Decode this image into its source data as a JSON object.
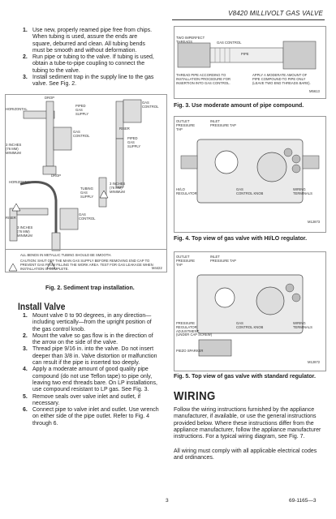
{
  "header": {
    "title": "V8420 MILLIVOLT GAS VALVE"
  },
  "steps_top": [
    {
      "n": "1.",
      "text": "Use new, properly reamed pipe free from chips. When tubing is used, assure the ends are square, deburred and clean. All tubing bends must be smooth and without deformation."
    },
    {
      "n": "2.",
      "text": "Run pipe or tubing to the valve. If tubing is used, obtain a tube-to-pipe coupling to connect the tubing to the valve."
    },
    {
      "n": "3.",
      "text": "Install sediment trap in the supply line to the gas valve. See Fig. 2."
    }
  ],
  "fig2": {
    "labels": {
      "drop": "DROP",
      "horizontal": "HORIZONTAL",
      "piped_gas_supply": "PIPED\nGAS\nSUPPLY",
      "gas_control": "GAS\nCONTROL",
      "riser": "RISER",
      "inches_3": "3 INCHES\n(76 MM)\nMINIMUM",
      "tubing_gas_supply": "TUBING\nGAS\nSUPPLY"
    },
    "notes": {
      "n1": "ALL BENDS IN METALLIC TUBING SHOULD BE SMOOTH.",
      "n2": "CAUTION:  SHUT OFF THE MAIN GAS SUPPLY BEFORE REMOVING END CAP TO PREVENT GAS FROM FILLING THE WORK AREA.  TEST FOR GAS LEAKAGE WHEN INSTALLATION IS COMPLETE.",
      "code": "M4422"
    },
    "caption": "Fig. 2. Sediment trap installation."
  },
  "fig3": {
    "labels": {
      "two_imperfect": "TWO IMPERFECT\nTHREADS",
      "gas_control": "GAS CONTROL",
      "pipe": "PIPE",
      "thread_pipe": "THREAD PIPE ACCORDING TO\nINSTALLATION PROCEDURE FOR\nINSERTION INTO GAS CONTROL.",
      "apply": "APPLY A MODERATE AMOUNT OF\nPIPE COMPOUND TO PIPE ONLY\n(LEAVE TWO END THREADS BARE).",
      "code": "M5613"
    },
    "caption": "Fig. 3. Use moderate amount of pipe compound."
  },
  "fig4": {
    "labels": {
      "outlet": "OUTLET\nPRESSURE\nTAP",
      "inlet": "INLET\nPRESSURE TAP",
      "hilo": "HI/LO\nREGULATOR",
      "knob": "GAS\nCONTROL KNOB",
      "wiring": "WIRING\nTERMINALS",
      "code": "M12873"
    },
    "caption": "Fig. 4. Top view of gas valve with HI/LO regulator."
  },
  "fig5": {
    "labels": {
      "outlet": "OUTLET\nPRESSURE\nTAP",
      "inlet": "INLET\nPRESSURE TAP",
      "regulator": "PRESSURE\nREGULATOR\nADJUSTMENT\n(UNDER CAP SCREW)",
      "knob": "GAS\nCONTROL KNOB",
      "wiring": "WIRING\nTERMINALS",
      "piezo": "PIEZO SPARKER",
      "code": "M12872"
    },
    "caption": "Fig. 5. Top view of gas valve with standard regulator."
  },
  "install": {
    "title": "Install Valve",
    "steps": [
      {
        "n": "1.",
        "text": "Mount valve 0 to 90 degrees, in any direction— including vertically—from the upright position of the gas control knob."
      },
      {
        "n": "2.",
        "text": "Mount the valve so gas flow is in the direction of the arrow on the side of the valve."
      },
      {
        "n": "3.",
        "text": "Thread pipe 9/16 in. into the valve. Do not insert deeper than 3/8 in. Valve distortion or malfunction can result if the pipe is inserted too deeply."
      },
      {
        "n": "4.",
        "text": "Apply a moderate amount of good quality pipe compound (do not use Teflon tape) to pipe only, leaving two end threads bare. On LP installations, use compound resistant to LP gas. See Fig. 3."
      },
      {
        "n": "5.",
        "text": "Remove seals over valve inlet and outlet, if necessary."
      },
      {
        "n": "6.",
        "text": "Connect pipe to valve inlet and outlet. Use wrench on either side of the pipe outlet. Refer to Fig. 4 through 6."
      }
    ]
  },
  "wiring": {
    "title": "WIRING",
    "p1": "Follow the wiring instructions furnished by the appliance manufacturer, if available, or use the general instructions provided below. Where these instructions differ from the appliance manufacturer, follow the appliance manufacturer instructions. For a typical wiring diagram, see Fig. 7.",
    "p2": "All wiring must comply with all applicable electrical codes and ordinances."
  },
  "footer": {
    "page": "3",
    "doc": "69-1165—3"
  }
}
